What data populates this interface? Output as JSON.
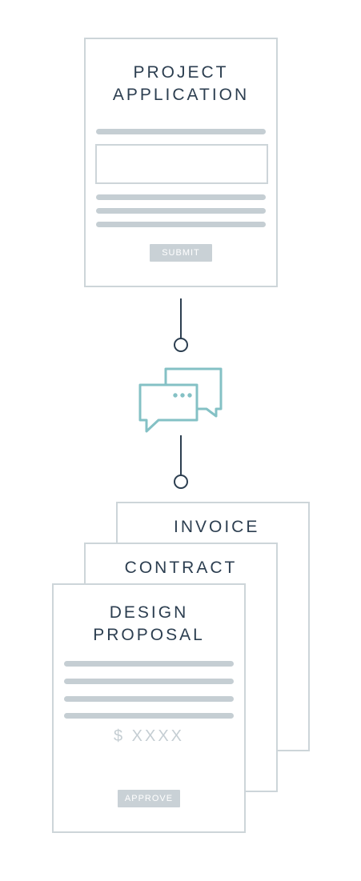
{
  "application_card": {
    "title_line1": "PROJECT",
    "title_line2": "APPLICATION",
    "submit_label": "SUBMIT"
  },
  "chat_icon": {
    "name": "chat-bubbles-icon",
    "color": "#84c1c5"
  },
  "document_stack": {
    "back_title": "INVOICE",
    "middle_title": "CONTRACT",
    "front_title_line1": "DESIGN",
    "front_title_line2": "PROPOSAL",
    "price": "$ XXXX",
    "approve_label": "APPROVE"
  },
  "colors": {
    "border": "#cdd5d9",
    "text": "#2c3e50",
    "connector": "#2c3e50",
    "accent": "#84c1c5"
  }
}
